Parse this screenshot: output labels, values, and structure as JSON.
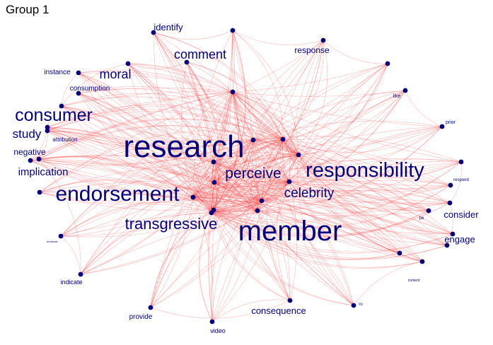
{
  "group_title": "Group 1",
  "colors": {
    "node": "#00007f",
    "label": "#00007f",
    "edge": "#ff3030"
  },
  "nodes": [
    {
      "label": "research"
    },
    {
      "label": "member"
    },
    {
      "label": "responsibility"
    },
    {
      "label": "endorsement"
    },
    {
      "label": "consumer"
    },
    {
      "label": "perceive"
    },
    {
      "label": "transgressive"
    },
    {
      "label": "celebrity"
    },
    {
      "label": "moral"
    },
    {
      "label": "comment"
    },
    {
      "label": "study"
    },
    {
      "label": "implication"
    },
    {
      "label": "identify"
    },
    {
      "label": "response"
    },
    {
      "label": "consequence"
    },
    {
      "label": "consider"
    },
    {
      "label": "engage"
    },
    {
      "label": "negative"
    },
    {
      "label": "instance"
    },
    {
      "label": "consumption"
    },
    {
      "label": "provide"
    },
    {
      "label": "indicate"
    },
    {
      "label": "video"
    },
    {
      "label": "attribution"
    },
    {
      "label": "like"
    },
    {
      "label": "prior"
    },
    {
      "label": "respond"
    },
    {
      "label": "pe"
    },
    {
      "label": "content"
    },
    {
      "label": "ro"
    },
    {
      "label": "endorser"
    },
    {
      "label": ""
    },
    {
      "label": ""
    },
    {
      "label": ""
    },
    {
      "label": ""
    },
    {
      "label": ""
    },
    {
      "label": ""
    },
    {
      "label": ""
    },
    {
      "label": ""
    },
    {
      "label": ""
    },
    {
      "label": ""
    },
    {
      "label": ""
    }
  ]
}
